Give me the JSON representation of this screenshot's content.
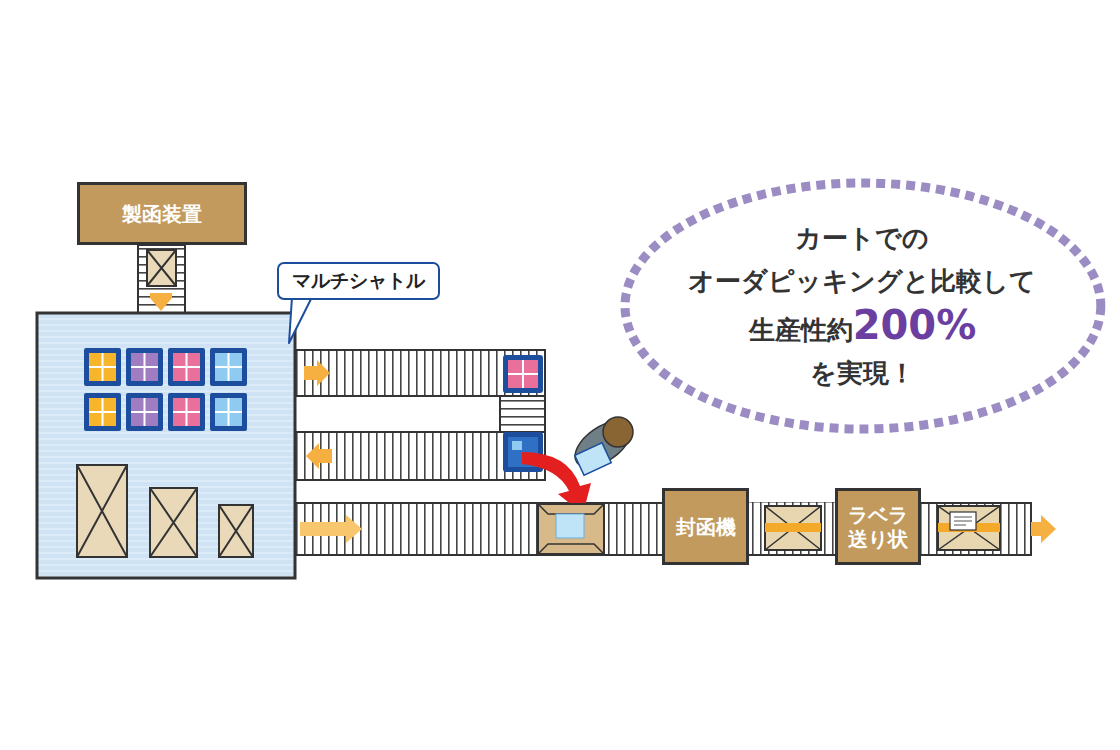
{
  "diagram": {
    "nodes": [
      {
        "text": [
          "製函装置"
        ]
      },
      {
        "text": [
          "マルチシャトル"
        ]
      },
      {
        "text": [
          "封函機"
        ]
      },
      {
        "text": [
          "ラベラ 送り状"
        ]
      },
      {
        "text": [
          "カートでの",
          "オーダピッキングと比較して",
          "生産性約",
          "200%",
          "を実現！"
        ]
      }
    ],
    "edges": [
      {
        "from": 2,
        "to": 3,
        "arrow": "none"
      }
    ]
  }
}
